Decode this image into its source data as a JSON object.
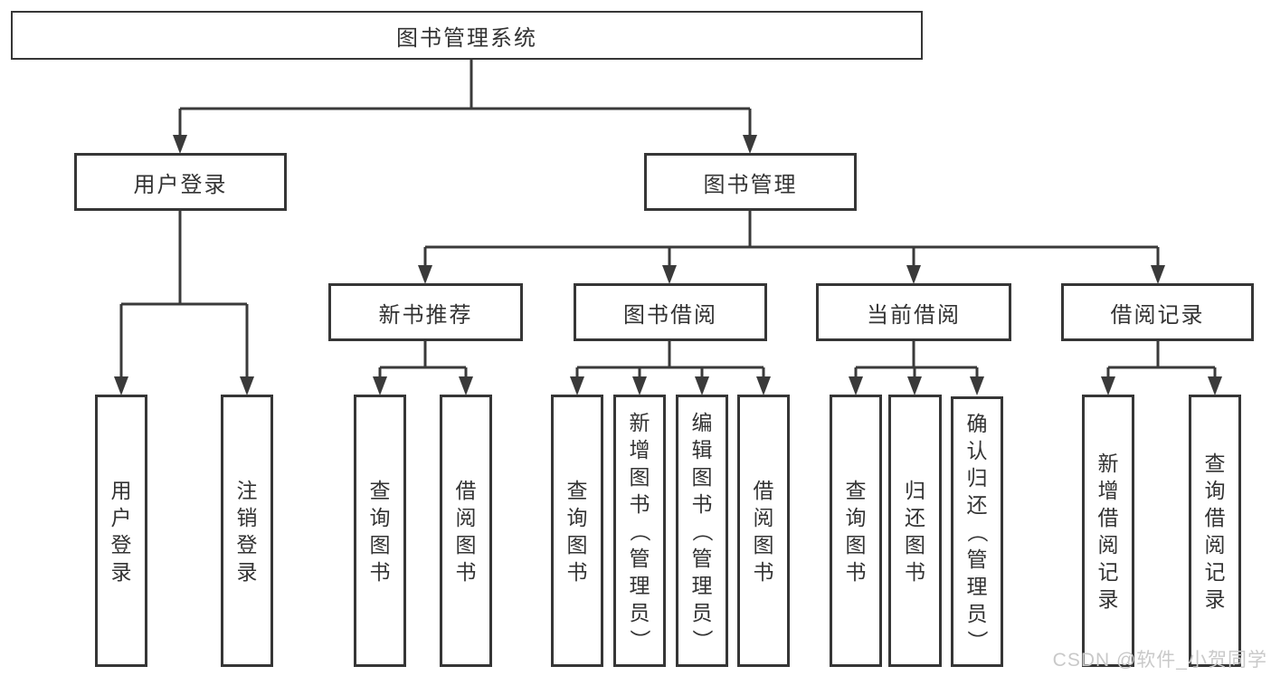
{
  "diagram": {
    "root": {
      "label": "图书管理系统"
    },
    "branches": [
      {
        "label": "用户登录",
        "children": [
          {
            "label": "用户登录"
          },
          {
            "label": "注销登录"
          }
        ]
      },
      {
        "label": "图书管理",
        "children": [
          {
            "label": "新书推荐",
            "children": [
              {
                "label": "查询图书"
              },
              {
                "label": "借阅图书"
              }
            ]
          },
          {
            "label": "图书借阅",
            "children": [
              {
                "label": "查询图书"
              },
              {
                "label": "新增图书（管理员）"
              },
              {
                "label": "编辑图书（管理员）"
              },
              {
                "label": "借阅图书"
              }
            ]
          },
          {
            "label": "当前借阅",
            "children": [
              {
                "label": "查询图书"
              },
              {
                "label": "归还图书"
              },
              {
                "label": "确认归还（管理员）"
              }
            ]
          },
          {
            "label": "借阅记录",
            "children": [
              {
                "label": "新增借阅记录"
              },
              {
                "label": "查询借阅记录"
              }
            ]
          }
        ]
      }
    ]
  },
  "watermark": {
    "text": "CSDN @软件_小贺同学"
  },
  "colors": {
    "line": "#3a3a3a",
    "border": "#363636",
    "fill": "#ffffff",
    "text": "#333333",
    "watermark": "#c9c9c9",
    "background": "#ffffff"
  }
}
